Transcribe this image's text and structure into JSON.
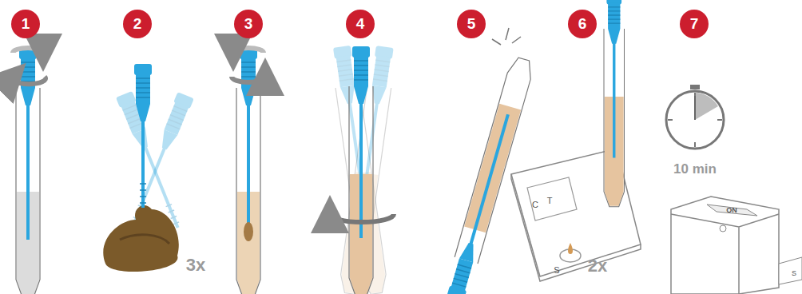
{
  "diagram": {
    "nodes": [
      {
        "text": [
          "1"
        ]
      },
      {
        "text": [
          "2"
        ]
      },
      {
        "text": [
          "3"
        ]
      },
      {
        "text": [
          "4"
        ]
      },
      {
        "text": [
          "5"
        ]
      },
      {
        "text": [
          "6"
        ]
      },
      {
        "text": [
          "7"
        ]
      }
    ],
    "labels": [
      "3x",
      "C",
      "T",
      "S",
      "2x",
      "10 min",
      "ON",
      "S"
    ]
  }
}
